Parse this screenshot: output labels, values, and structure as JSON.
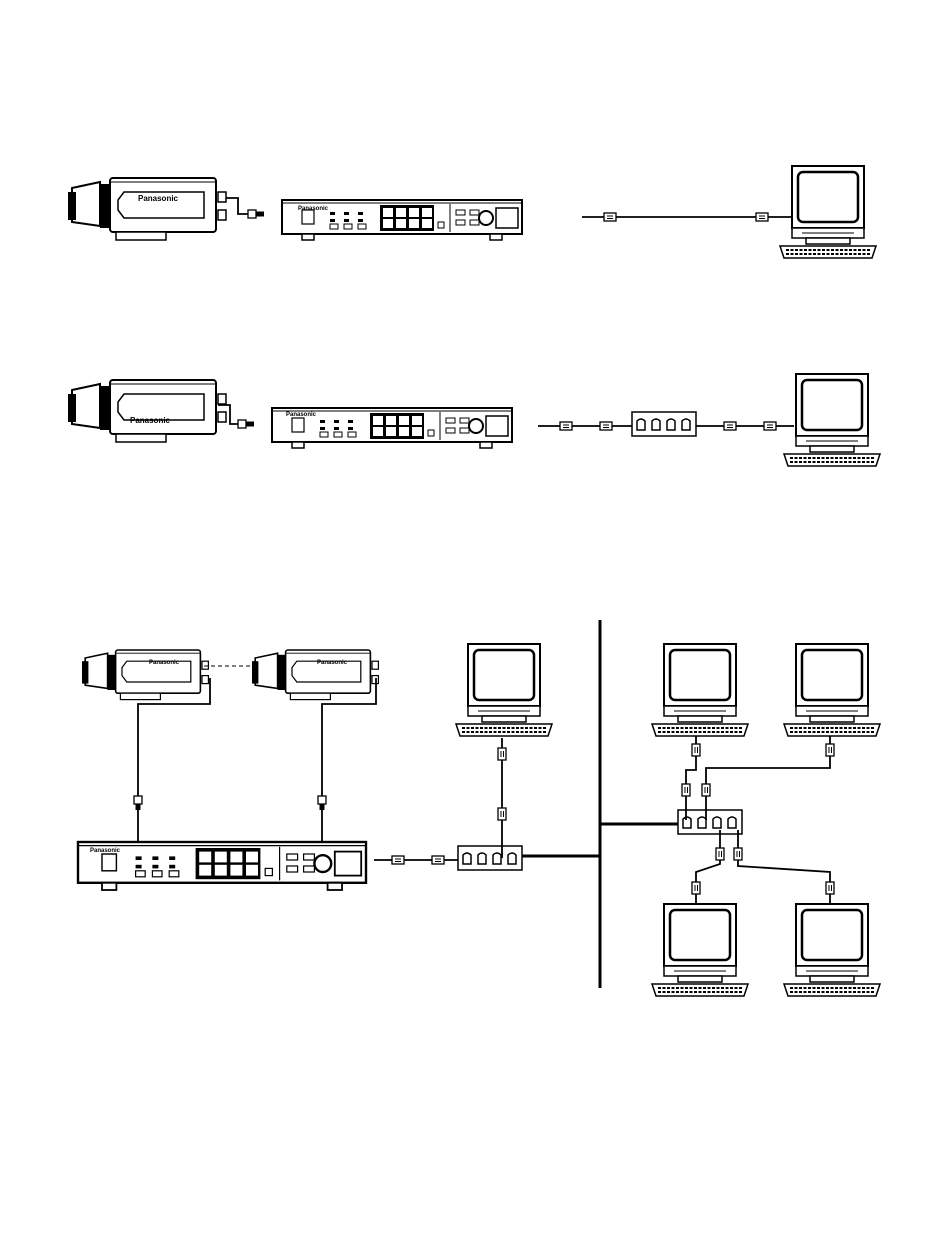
{
  "brand_label": "Panasonic",
  "colors": {
    "ink": "#000000",
    "paper": "#ffffff"
  },
  "diagrams": [
    {
      "name": "direct-connection",
      "components": [
        "camera",
        "video-server",
        "pc"
      ]
    },
    {
      "name": "hub-connection",
      "components": [
        "camera",
        "video-server",
        "hub",
        "pc"
      ]
    },
    {
      "name": "network-connection",
      "components": [
        "camera",
        "camera",
        "video-server",
        "hub",
        "pc",
        "network-backbone",
        "hub",
        "pc",
        "pc",
        "pc",
        "pc"
      ]
    }
  ]
}
